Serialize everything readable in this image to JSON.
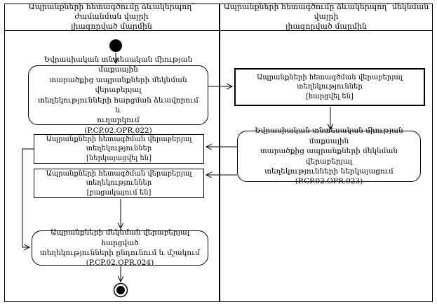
{
  "diagram": {
    "type": "uml-activity-diagram",
    "colors": {
      "line": "#000000",
      "background": "#ffffff",
      "text": "#000000"
    },
    "lanes": [
      {
        "id": "arrival-authority",
        "title": "Ապրանքների հետագծումը ձևակերպող՝ ժամանման վայրի\nլիազորված մարմին"
      },
      {
        "id": "departure-authority",
        "title": "Ապրանքների հետագծումը ձևակերպող՝ մեկնման վայրի\nլիազորված մարմին"
      }
    ],
    "nodes": {
      "start": {
        "type": "initial-node"
      },
      "opr022": {
        "type": "activity",
        "text": "Եվրասիական տնտեսական միության մաքսային\nտարածքից ապրանքների մեկնման վերաբերյալ\nտեղեկությունների հարցման ձևավորում և\nուղարկում\n(P.CP.02.OPR.022)"
      },
      "requested": {
        "type": "object-state",
        "text": "Ապրանքների հետագծման վերաբերյալ\nտեղեկություններ\n[հարցվել են]"
      },
      "opr023": {
        "type": "activity",
        "text": "Եվրասիական տնտեսական միության մաքսային\nտարածքից ապրանքների մեկնման վերաբերյալ\nտեղեկությունների ներկայացում\n(P.CP.02.OPR.023)"
      },
      "submitted": {
        "type": "object-state",
        "text": "Ապրանքների հետագծման վերաբերյալ\nտեղեկություններ\n[ներկայացվել են]"
      },
      "absent": {
        "type": "object-state",
        "text": "Ապրանքների հետագծման վերաբերյալ\nտեղեկություններ\n[բացակայում են]"
      },
      "opr024": {
        "type": "activity",
        "text": "Ապրանքների մեկնման վերաբերյալ հարցված\nտեղեկությունների ընդունում և մշակում\n(P.CP.02.OPR.024)"
      },
      "end": {
        "type": "final-node"
      }
    }
  }
}
